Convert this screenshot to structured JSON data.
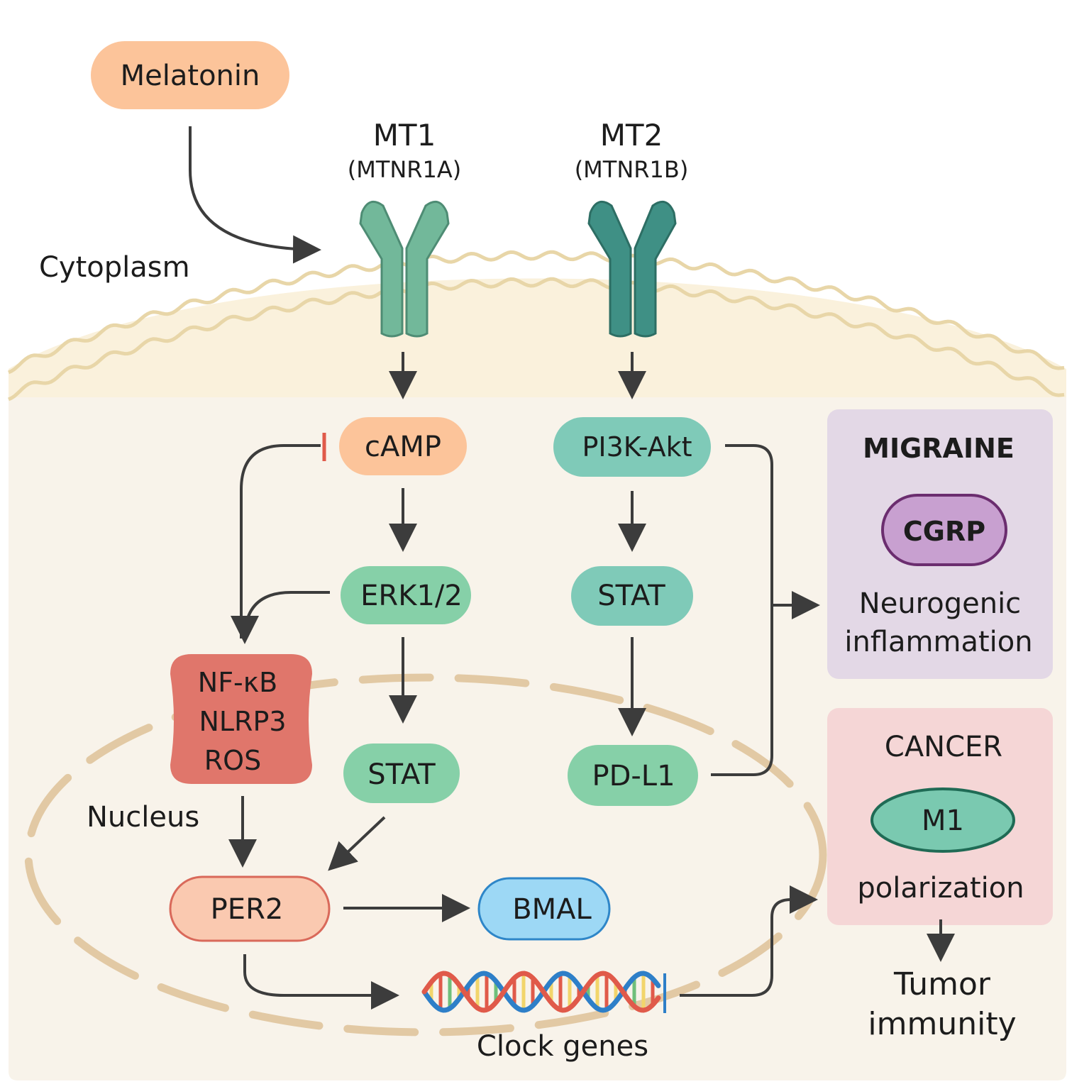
{
  "ligand": {
    "label": "Melatonin"
  },
  "regions": {
    "cytoplasm": "Cytoplasm",
    "nucleus": "Nucleus"
  },
  "receptors": {
    "mt1": {
      "name": "MT1",
      "gene": "(MTNR1A)"
    },
    "mt2": {
      "name": "MT2",
      "gene": "(MTNR1B)"
    }
  },
  "nodes": {
    "camp": "cAMP",
    "erk": "ERK1/2",
    "stat_left": "STAT",
    "pi3k": "PI3K-Akt",
    "stat_right": "STAT",
    "pdl1": "PD-L1",
    "nfkb": {
      "line1": "NF-κB",
      "line2": "NLRP3",
      "line3": "ROS"
    },
    "per2": "PER2",
    "bmal": "BMAL",
    "clock_genes": "Clock genes"
  },
  "migraine": {
    "title": "MIGRAINE",
    "marker": "CGRP",
    "line1": "Neurogenic",
    "line2": "inflammation"
  },
  "cancer": {
    "title": "CANCER",
    "marker": "M1",
    "caption": "polarization"
  },
  "outcome": {
    "line1": "Tumor",
    "line2": "immunity"
  },
  "colors": {
    "melatonin": "#fcc49a",
    "mt1": "#72b89a",
    "mt2": "#3f9085",
    "green_node": "#86d0a8",
    "teal_node": "#7fcab8",
    "nfkb": "#e0766b",
    "per2": "#fac9b0",
    "bmal": "#9dd8f5",
    "migraine_panel": "#e3d8e6",
    "cgrp": "#c8a0d0",
    "cancer_panel": "#f5d6d6",
    "m1": "#7ac9b0",
    "membrane": "#e8d6a8",
    "cell_interior": "#f8f3ea",
    "arrow": "#3c3c3c",
    "inhibit": "#e05a4a"
  }
}
